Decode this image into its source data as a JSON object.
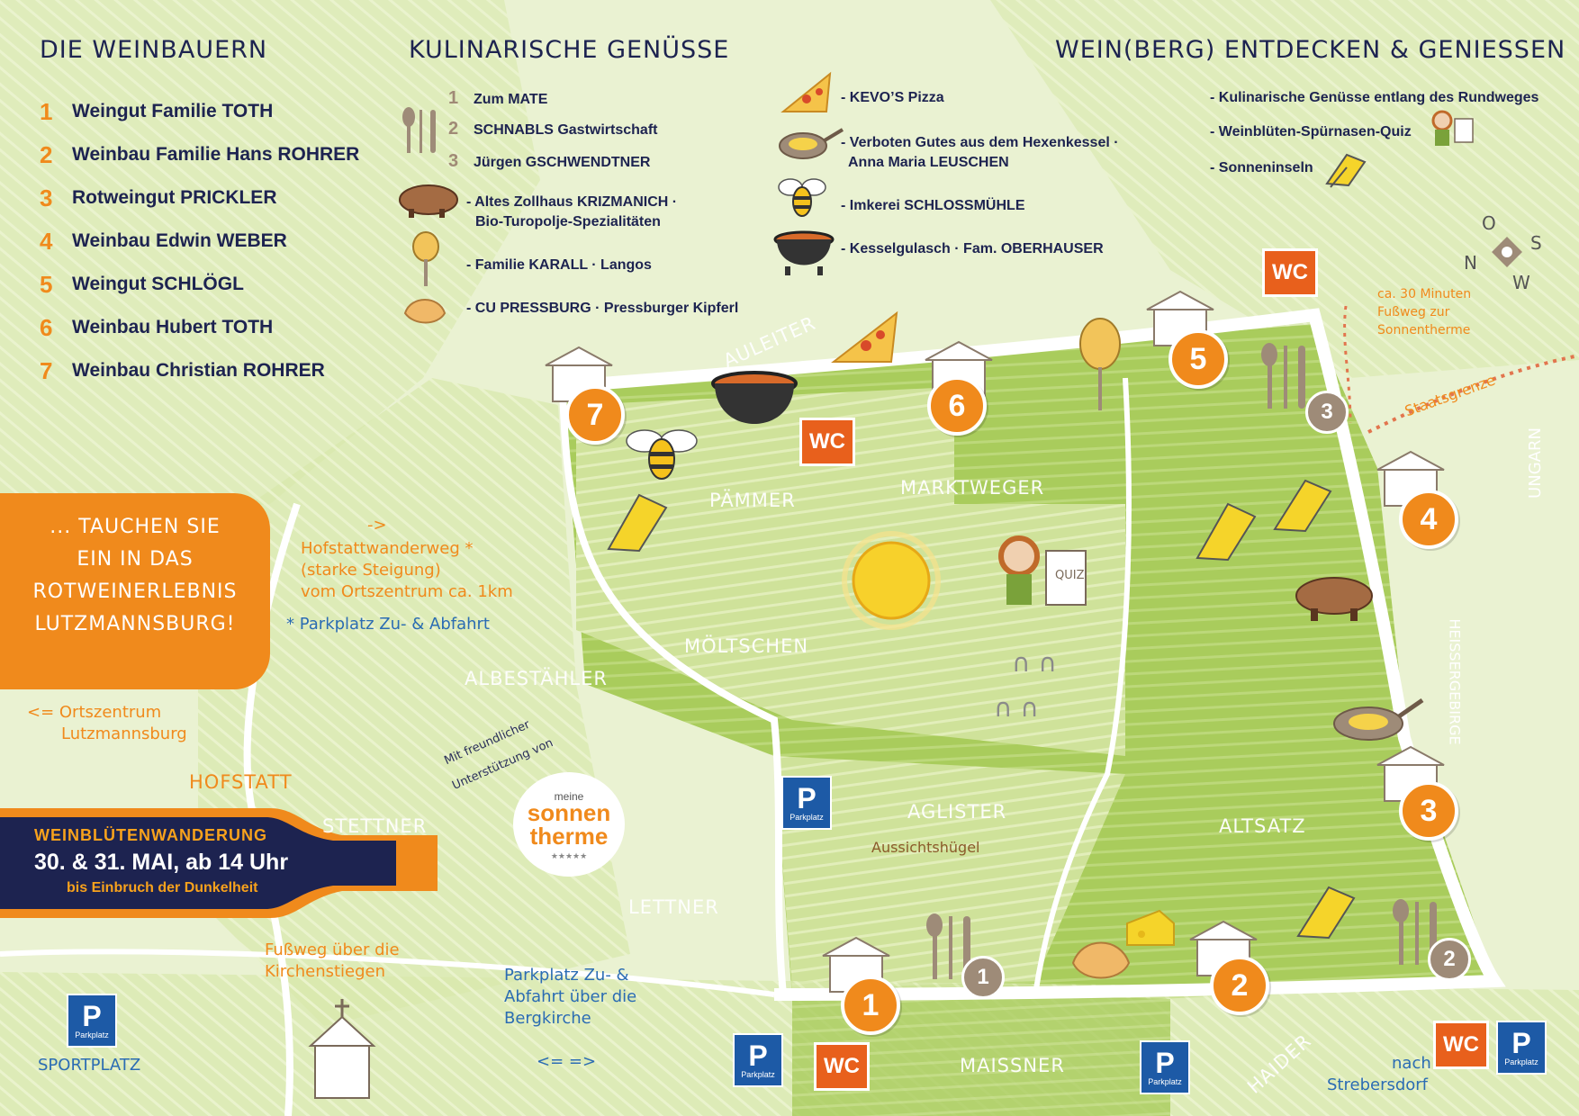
{
  "headers": {
    "weinbauern": "DIE WEINBAUERN",
    "kulinarisch": "KULINARISCHE GENÜSSE",
    "entdecken": "WEIN(BERG) ENTDECKEN & GENIESSEN"
  },
  "weinbauern": [
    {
      "num": "1",
      "name": "Weingut Familie TOTH"
    },
    {
      "num": "2",
      "name": "Weinbau Familie Hans ROHRER"
    },
    {
      "num": "3",
      "name": "Rotweingut PRICKLER"
    },
    {
      "num": "4",
      "name": "Weinbau Edwin WEBER"
    },
    {
      "num": "5",
      "name": "Weingut SCHLÖGL"
    },
    {
      "num": "6",
      "name": "Weinbau Hubert TOTH"
    },
    {
      "num": "7",
      "name": "Weinbau Christian ROHRER"
    }
  ],
  "kulinarisch_left": {
    "n1": "1",
    "t1": "Zum MATE",
    "n2": "2",
    "t2": "SCHNABLS Gastwirtschaft",
    "n3": "3",
    "t3": "Jürgen GSCHWENDTNER",
    "zollhaus1": "- Altes Zollhaus KRIZMANICH ·",
    "zollhaus2": "Bio-Turopolje-Spezialitäten",
    "karall": "- Familie KARALL · Langos",
    "cu": "- CU PRESSBURG · Pressburger Kipferl"
  },
  "kulinarisch_right": {
    "pizza": "- KEVO’S Pizza",
    "hexen1": "- Verboten Gutes aus dem Hexenkessel ·",
    "hexen2": "Anna Maria LEUSCHEN",
    "imkerei": "- Imkerei SCHLOSSMÜHLE",
    "gulasch": "- Kesselgulasch · Fam. OBERHAUSER"
  },
  "entdecken": {
    "e1": "- Kulinarische Genüsse entlang des Rundweges",
    "e2": "- Weinblüten-Spürnasen-Quiz",
    "e3": "- Sonneninseln"
  },
  "banner": {
    "l1": "... TAUCHEN SIE",
    "l2": "EIN IN DAS",
    "l3": "ROTWEINERLEBNIS",
    "l4": "LUTZMANNSBURG!"
  },
  "event": {
    "title": "WEINBLÜTENWANDERUNG",
    "date": "30. & 31. MAI, ab 14 Uhr",
    "note": "bis Einbruch der Dunkelheit"
  },
  "notes": {
    "hof_arrow": "->",
    "hof1": "Hofstattwanderweg *",
    "hof2": "(starke Steigung)",
    "hof3": "vom Ortszentrum ca. 1km",
    "park_star": "* Parkplatz Zu- & Abfahrt",
    "ortszentrum1": "<= Ortszentrum",
    "ortszentrum2": "Lutzmannsburg",
    "hofstatt": "HOFSTATT",
    "fussweg1": "Fußweg über die",
    "fussweg2": "Kirchenstiegen",
    "bergkirche1": "Parkplatz Zu- &",
    "bergkirche2": "Abfahrt über die",
    "bergkirche3": "Bergkirche",
    "sportplatz": "SPORTPLATZ",
    "therme1": "ca. 30 Minuten",
    "therme2": "Fußweg zur",
    "therme3": "Sonnentherme",
    "staatsgrenze": "Staatsgrenze",
    "ungarn": "UNGARN",
    "heisserg": "HEISSERGEBIRGE",
    "strebersdorf1": "nach",
    "strebersdorf2": "Strebersdorf",
    "arrows": "<= =>",
    "aussicht": "Aussichtshügel",
    "support1": "Mit freundlicher",
    "support2": "Unterstützung von"
  },
  "fields": {
    "auleiter": "AULEITER",
    "pammer": "PÄMMER",
    "marktweger": "MARKTWEGER",
    "moeltschen": "MÖLTSCHEN",
    "albestaehler": "ALBESTÄHLER",
    "stettner": "STETTNER",
    "aglister": "AGLISTER",
    "altsatz": "ALTSATZ",
    "lettner": "LETTNER",
    "maissner": "MAISSNER",
    "haider": "HAIDER"
  },
  "compass": {
    "o": "O",
    "s": "S",
    "n": "N",
    "w": "W"
  },
  "logo": {
    "small": "meine",
    "l1": "sonnen",
    "l2": "therme",
    "stars": "★★★★★"
  },
  "icons": {
    "wc": "WC",
    "park_p": "P",
    "park_s": "Parkplatz",
    "quiz": "QUIZ"
  },
  "pins_orange": [
    "1",
    "2",
    "3",
    "4",
    "5",
    "6",
    "7"
  ],
  "pins_brown": [
    "1",
    "2",
    "3"
  ]
}
